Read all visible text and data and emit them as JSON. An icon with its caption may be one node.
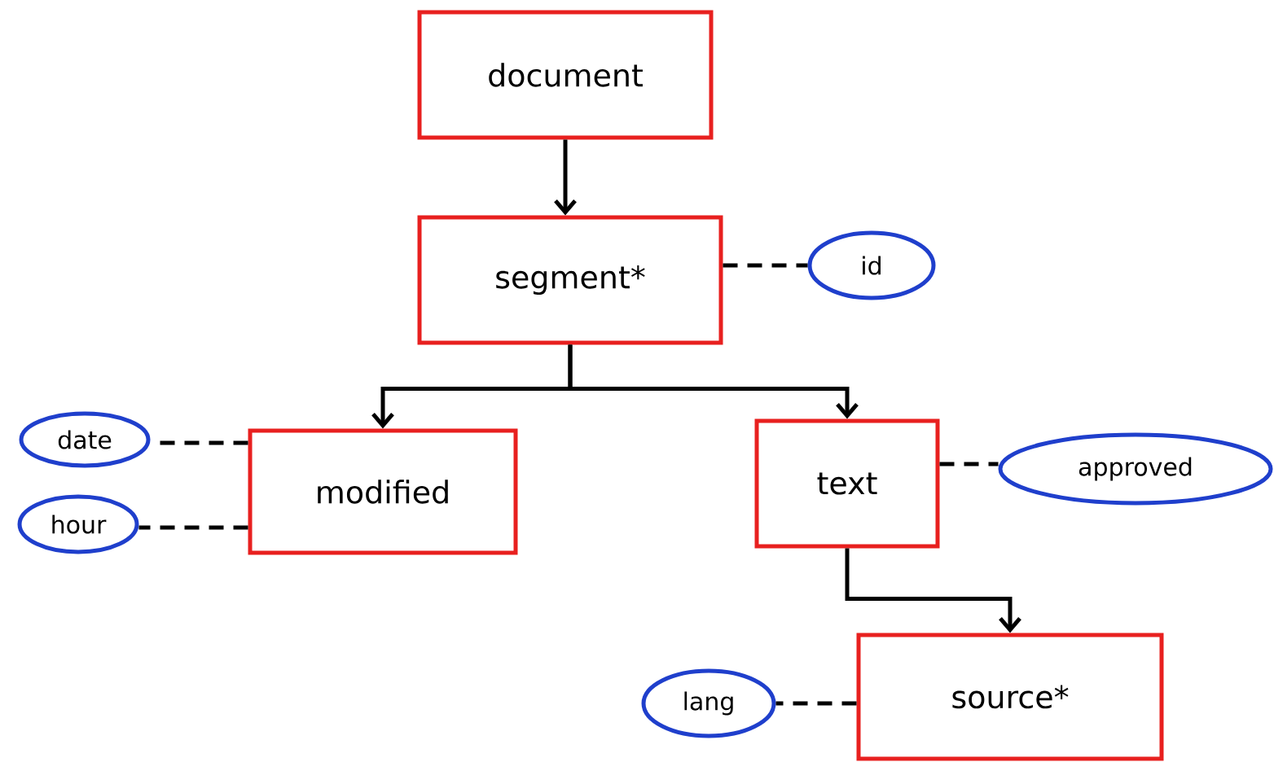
{
  "diagram": {
    "nodes": [
      {
        "text": [
          "document"
        ]
      },
      {
        "text": [
          "segment*"
        ]
      },
      {
        "text": [
          "id"
        ]
      },
      {
        "text": [
          "date"
        ]
      },
      {
        "text": [
          "hour"
        ]
      },
      {
        "text": [
          "modified"
        ]
      },
      {
        "text": [
          "text"
        ]
      },
      {
        "text": [
          "approved"
        ]
      },
      {
        "text": [
          "lang"
        ]
      },
      {
        "text": [
          "source*"
        ]
      }
    ],
    "edges": [
      {
        "from": 0,
        "to": 1,
        "arrow": "to"
      },
      {
        "from": 1,
        "to": 2,
        "arrow": "none",
        "style": "dashed"
      },
      {
        "from": 1,
        "to": 5,
        "arrow": "to"
      },
      {
        "from": 1,
        "to": 6,
        "arrow": "to"
      },
      {
        "from": 5,
        "to": 3,
        "arrow": "none",
        "style": "dashed"
      },
      {
        "from": 5,
        "to": 4,
        "arrow": "none",
        "style": "dashed"
      },
      {
        "from": 6,
        "to": 7,
        "arrow": "none",
        "style": "dashed"
      },
      {
        "from": 6,
        "to": 9,
        "arrow": "to"
      },
      {
        "from": 9,
        "to": 8,
        "arrow": "none",
        "style": "dashed"
      }
    ]
  }
}
